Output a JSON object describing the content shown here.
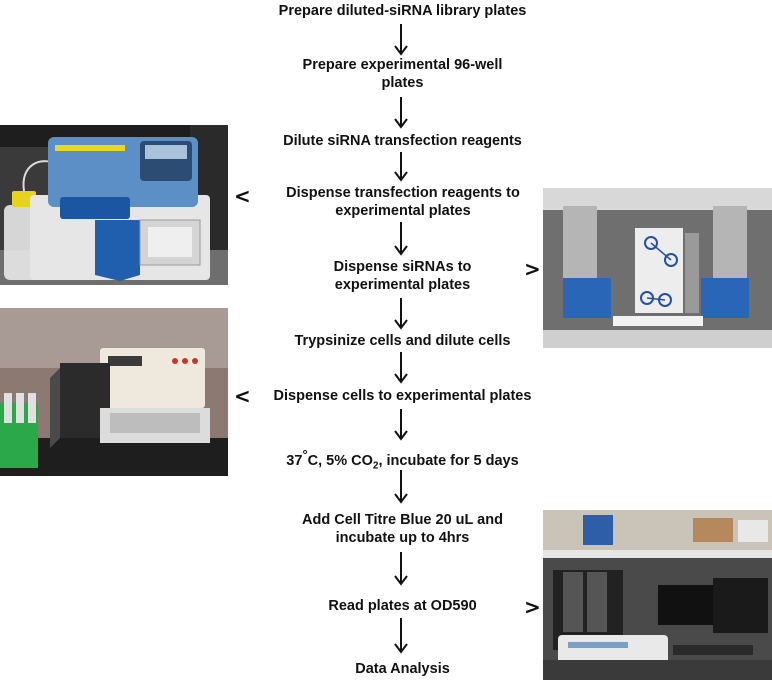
{
  "steps": [
    "Prepare diluted-siRNA library plates",
    "Prepare experimental 96-well plates",
    "Dilute siRNA transfection reagents",
    "Dispense transfection reagents to experimental plates",
    "Dispense siRNAs to experimental plates",
    "Trypsinize cells and dilute cells",
    "Dispense cells to experimental plates",
    "Add Cell Titre Blue 20 uL and incubate up to  4hrs",
    "Read plates at OD590",
    "Data Analysis"
  ],
  "incubation": {
    "temp": "37",
    "deg": "°",
    "unit_co2": "C, 5% CO",
    "sub": "2",
    "rest": ", incubate for 5 days"
  },
  "pointers": {
    "left": "<",
    "right": ">"
  }
}
